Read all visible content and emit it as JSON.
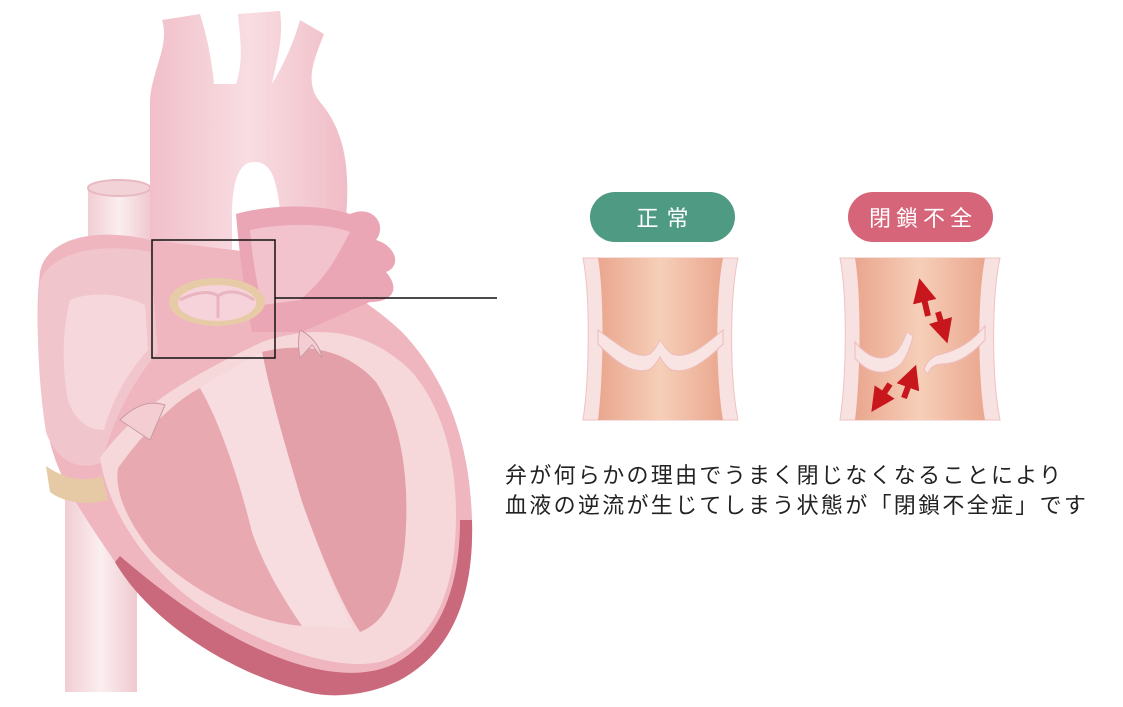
{
  "labels": {
    "normal": "正常",
    "insufficiency": "閉鎖不全"
  },
  "description": {
    "line1": "弁が何らかの理由でうまく閉じなくなることにより",
    "line2": "血液の逆流が生じてしまう状態が「閉鎖不全症」です"
  },
  "colors": {
    "normal_badge": "#4f9a83",
    "insufficiency_badge": "#d6657a",
    "regurgitation_arrow": "#c8161d",
    "callout_box": "#111111"
  }
}
